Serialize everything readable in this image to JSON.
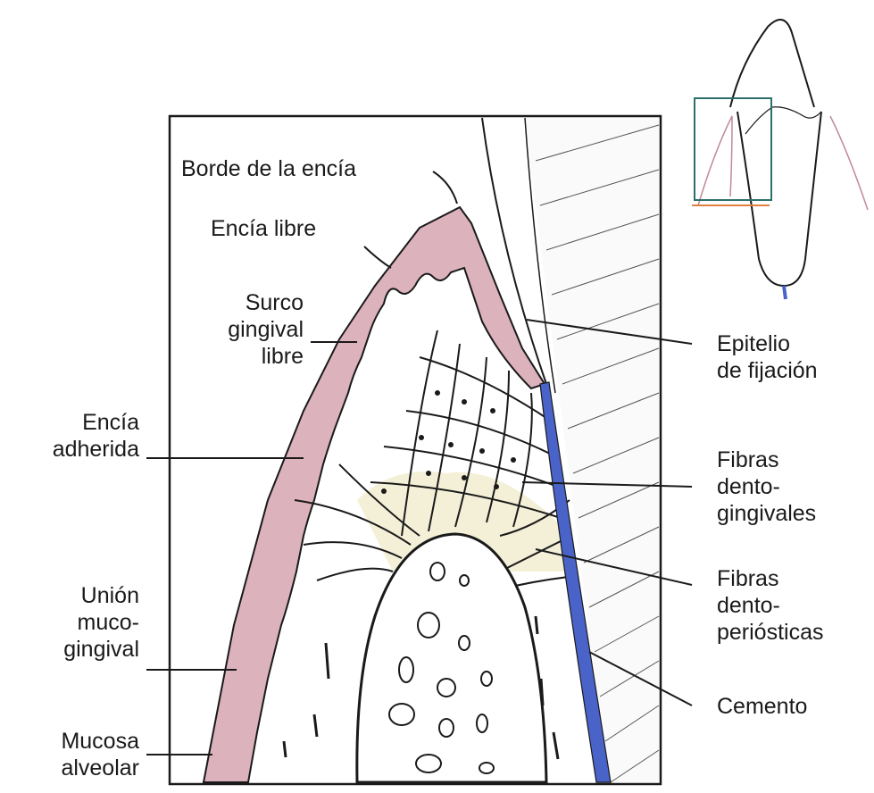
{
  "labels": {
    "borde_encia": "Borde de la encía",
    "encia_libre": "Encía libre",
    "surco_gingival": [
      "Surco",
      "gingival",
      "libre"
    ],
    "encia_adherida": [
      "Encía",
      "adherida"
    ],
    "union_mucogingival": [
      "Unión",
      "muco-",
      "gingival"
    ],
    "mucosa_alveolar": [
      "Mucosa",
      "alveolar"
    ],
    "epitelio_fijacion": [
      "Epitelio",
      "de fijación"
    ],
    "fibras_dentogingivales": [
      "Fibras",
      "dento-",
      "gingivales"
    ],
    "fibras_dentoperiosticas": [
      "Fibras",
      "dento-",
      "periósticas"
    ],
    "cemento": "Cemento"
  },
  "colors": {
    "gingiva": "#dcb2bd",
    "cementum": "#4a63c9",
    "fiber_zone": "#f4f0d8",
    "line": "#1a1a1a",
    "inset_box": "#2f6f6a"
  }
}
